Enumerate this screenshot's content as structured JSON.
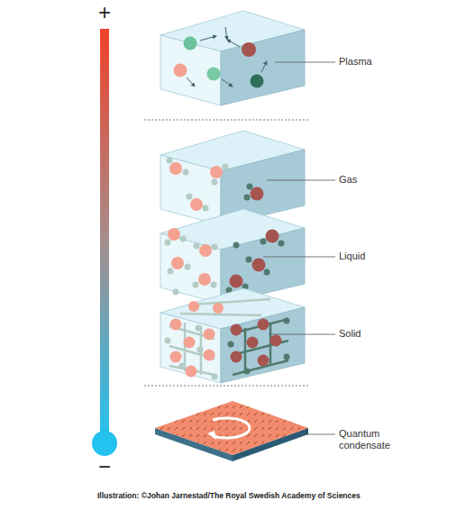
{
  "diagram": {
    "labels": [
      "+",
      "Plasma",
      "Gas",
      "Liquid",
      "Solid",
      "Quantum condensate",
      "−",
      "Illustration: ©Johan Jarnestad/The Royal Swedish Academy of Sciences"
    ]
  }
}
